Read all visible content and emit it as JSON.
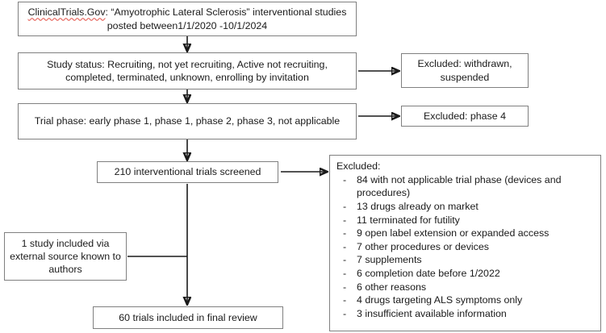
{
  "diagram": {
    "title": "ALS interventional trials screening flow diagram",
    "nodes": {
      "source": {
        "line1_prefix": "ClinicalTrials.Gov",
        "line1_rest": ": “Amyotrophic Lateral Sclerosis” interventional studies posted between1/1/2020  -10/1/2024"
      },
      "status": "Study status: Recruiting, not yet recruiting, Active not recruiting, completed, terminated, unknown, enrolling by invitation",
      "phase": "Trial phase: early phase 1, phase 1, phase 2, phase 3, not applicable",
      "screened": "210 interventional trials screened",
      "external": "1 study included via external source known to authors",
      "final": "60 trials included in final review",
      "excluded_status": "Excluded: withdrawn, suspended",
      "excluded_phase": "Excluded: phase 4"
    },
    "excluded_list": {
      "title": "Excluded:",
      "items": [
        "84 with not applicable trial phase (devices and procedures)",
        "13 drugs already on market",
        "11 terminated for futility",
        "9 open label extension or expanded access",
        "7 other procedures or devices",
        "7 supplements",
        "6 completion date before 1/2022",
        "6 other reasons",
        "4 drugs targeting ALS symptoms only",
        "3 insufficient available information"
      ]
    },
    "colors": {
      "box_border": "#808080",
      "arrow": "#1a1a1a",
      "text": "#1a1a1a",
      "spellcheck_underline": "#e8736b",
      "background": "#ffffff"
    }
  }
}
